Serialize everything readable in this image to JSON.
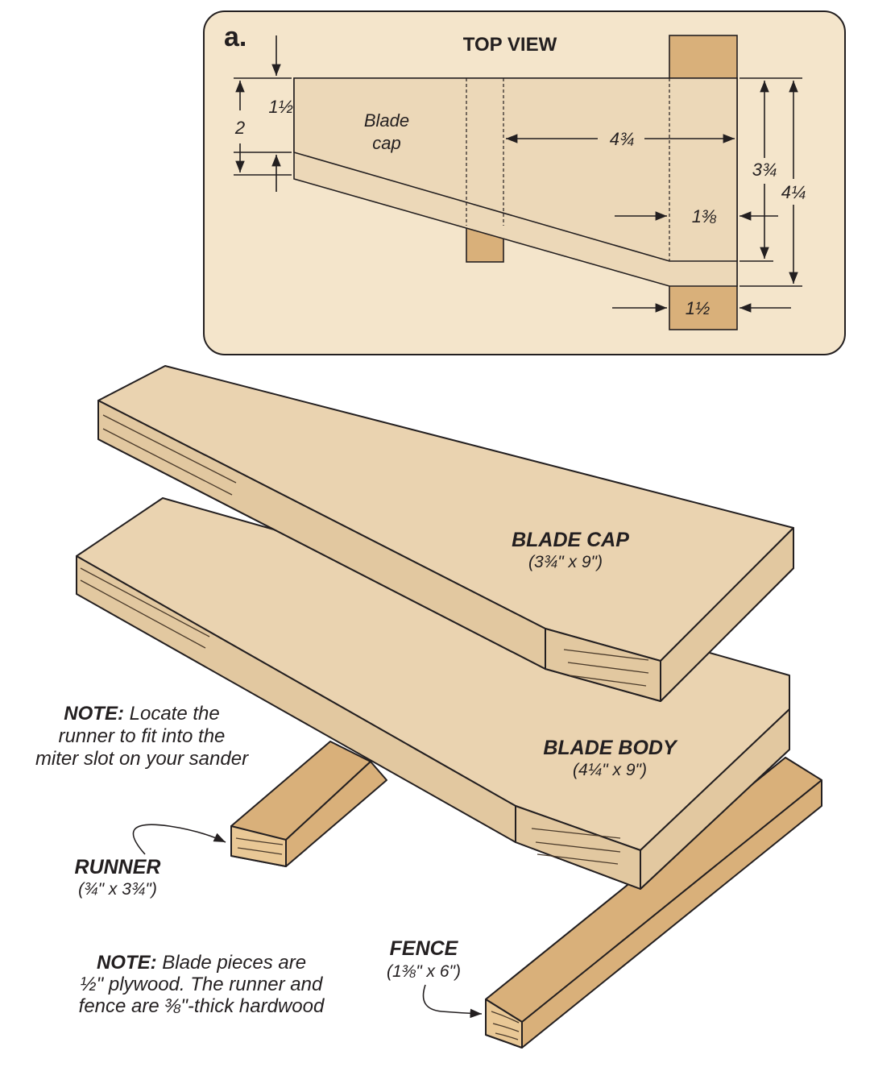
{
  "detail": {
    "letter": "a.",
    "title": "TOP VIEW",
    "label_line1": "Blade",
    "label_line2": "cap",
    "dims": {
      "left_upper": "1½",
      "left_total": "2",
      "width_top": "4¾",
      "right_inner": "3¾",
      "right_outer": "4¼",
      "fence_width": "1⅜",
      "runner_width": "1½"
    }
  },
  "parts": {
    "blade_cap": {
      "name": "BLADE CAP",
      "size": "(3¾\" x 9\")"
    },
    "blade_body": {
      "name": "BLADE BODY",
      "size": "(4¼\" x 9\")"
    },
    "runner": {
      "name": "RUNNER",
      "size": "(¾\" x 3¾\")"
    },
    "fence": {
      "name": "FENCE",
      "size": "(1⅜\" x 6\")"
    }
  },
  "notes": {
    "runner_note": {
      "bold": "NOTE:",
      "line1": " Locate the",
      "line2": "runner to fit into the",
      "line3": "miter slot on your sander"
    },
    "material_note": {
      "bold": "NOTE:",
      "line1": " Blade pieces are",
      "line2": "½\" plywood.  The runner and",
      "line3": "fence are ⅜\"-thick hardwood"
    }
  },
  "colors": {
    "panel_bg": "#f4e5cb",
    "plywood": "#ead3b0",
    "hardwood": "#d9b07a",
    "ink": "#231f20"
  }
}
